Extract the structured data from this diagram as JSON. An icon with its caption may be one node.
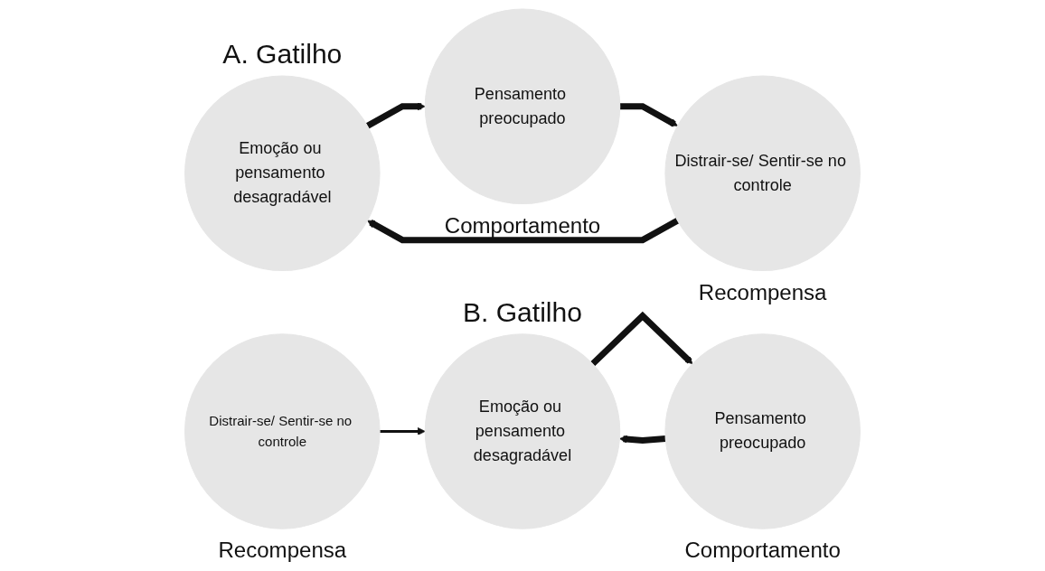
{
  "diagram": {
    "nodes": [
      {
        "text": [
          "Emoção ou pensamento desagradável"
        ],
        "beside": [
          "A. Gatilho"
        ]
      },
      {
        "text": [
          "Distrair-se/ Sentir-se no controle"
        ],
        "beside": [
          "Recompensa"
        ]
      },
      {
        "text": [
          "Pensamento preocupado"
        ],
        "beside": [
          "Comportamento"
        ]
      },
      {
        "text": [
          "Emoção ou pensamento desagradável"
        ],
        "beside": [
          "B. Gatilho"
        ]
      },
      {
        "text": [
          "Distrair-se/ Sentir-se no controle"
        ],
        "beside": [
          "Recompensa"
        ]
      },
      {
        "text": [
          "Pensamento preocupado"
        ],
        "beside": [
          "Comportamento"
        ]
      }
    ],
    "edges": [
      {
        "from": 0,
        "to": 2,
        "arrow": "to"
      },
      {
        "from": 2,
        "to": 1,
        "arrow": "to"
      },
      {
        "from": 1,
        "to": 0,
        "arrow": "to"
      },
      {
        "from": 4,
        "to": 3,
        "arrow": "to"
      },
      {
        "from": 3,
        "to": 5,
        "arrow": "to"
      },
      {
        "from": 5,
        "to": 3,
        "arrow": "to"
      }
    ]
  }
}
